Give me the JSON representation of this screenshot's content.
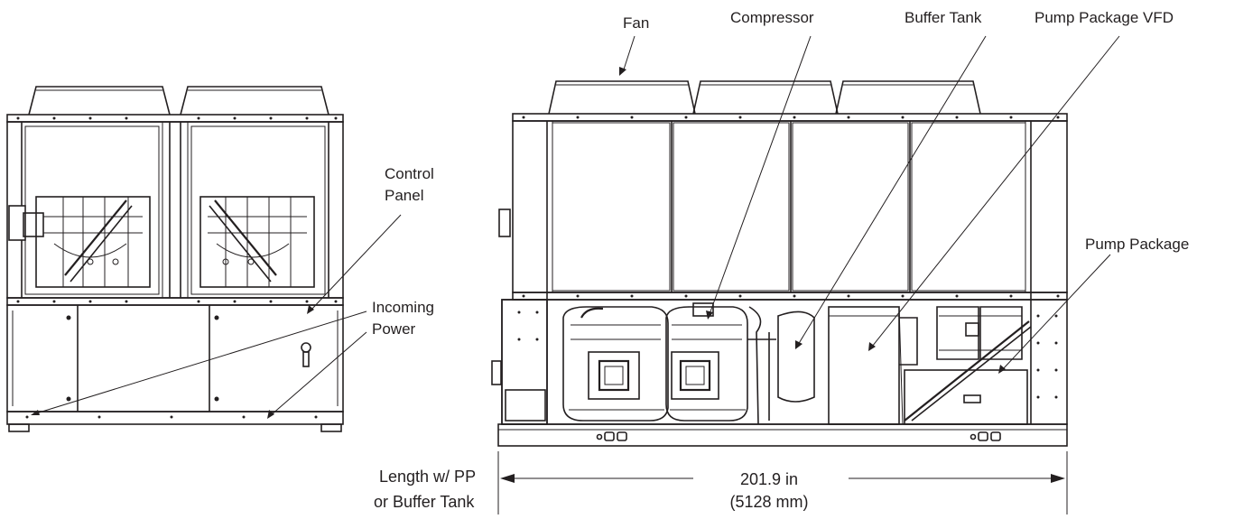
{
  "labels": {
    "fan": "Fan",
    "compressor": "Compressor",
    "buffer_tank": "Buffer Tank",
    "pump_package_vfd": "Pump Package VFD",
    "pump_package": "Pump Package",
    "control_panel_line1": "Control",
    "control_panel_line2": "Panel",
    "incoming_power_line1": "Incoming",
    "incoming_power_line2": "Power"
  },
  "dimension": {
    "caption_line1": "Length w/ PP",
    "caption_line2": "or Buffer Tank",
    "value_in": "201.9 in",
    "value_mm": "(5128 mm)"
  },
  "colors": {
    "ink": "#231f20",
    "background": "#ffffff"
  }
}
